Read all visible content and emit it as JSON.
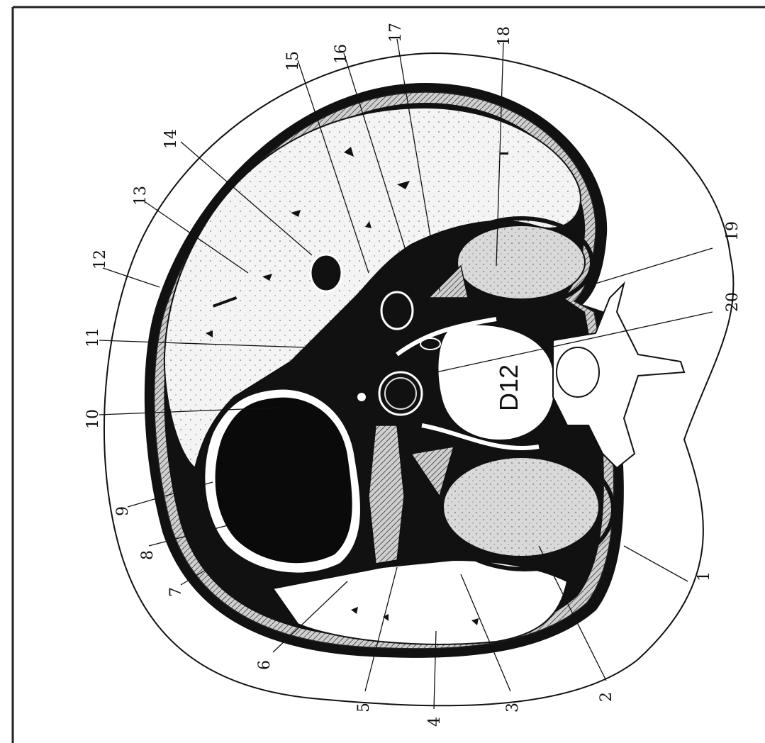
{
  "figure": {
    "vertebra_label": "D12",
    "labels": {
      "l1": "1",
      "l2": "2",
      "l3": "3",
      "l4": "4",
      "l5": "5",
      "l6": "6",
      "l7": "7",
      "l8": "8",
      "l9": "9",
      "l10": "10",
      "l11": "11",
      "l12": "12",
      "l13": "13",
      "l14": "14",
      "l15": "15",
      "l16": "16",
      "l17": "17",
      "l18": "18",
      "l19": "19",
      "l20": "20"
    }
  }
}
